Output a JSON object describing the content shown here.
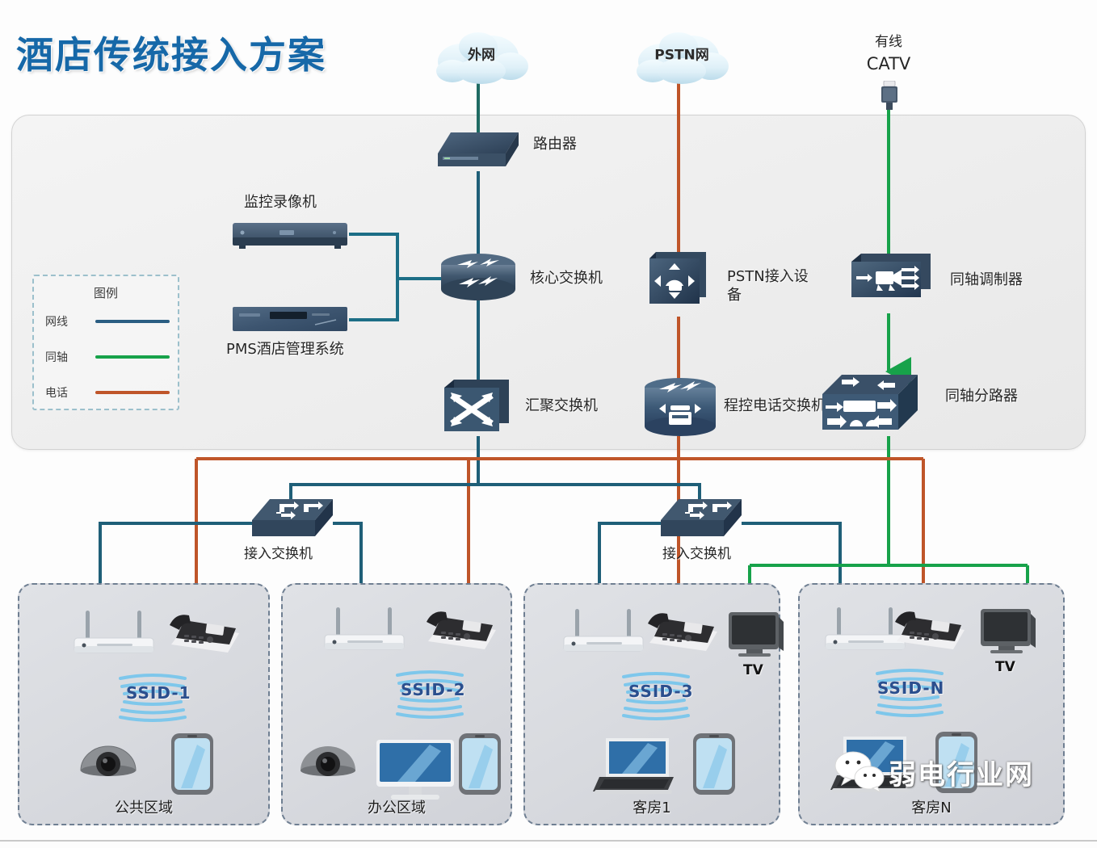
{
  "page": {
    "title": "酒店传统接入方案",
    "watermark": "弱电行业网"
  },
  "colors": {
    "cable_network": "#2a5d82",
    "cable_coax": "#17a24a",
    "cable_phone": "#bf5529",
    "title": "#1668a8",
    "zone_fill": "#d9dbe0",
    "panel_fill": "#efefef",
    "legend_border": "#9cc0cc"
  },
  "legend": {
    "title": "图例",
    "items": [
      {
        "label": "网线",
        "color": "#2a5d82"
      },
      {
        "label": "同轴",
        "color": "#17a24a"
      },
      {
        "label": "电话",
        "color": "#17a24a"
      }
    ]
  },
  "clouds": [
    {
      "name": "wan-cloud",
      "label": "外网"
    },
    {
      "name": "pstn-cloud",
      "label": "PSTN网"
    }
  ],
  "catv": {
    "label_line1": "有线",
    "label_line2": "CATV"
  },
  "devices": [
    {
      "name": "router",
      "label": "路由器"
    },
    {
      "name": "dvr",
      "label": "监控录像机"
    },
    {
      "name": "pms",
      "label": "PMS酒店管理系统"
    },
    {
      "name": "core-switch",
      "label": "核心交换机"
    },
    {
      "name": "pstn-access",
      "label": "PSTN接入设备"
    },
    {
      "name": "coax-modulator",
      "label": "同轴调制器"
    },
    {
      "name": "aggregation-switch",
      "label": "汇聚交换机"
    },
    {
      "name": "pbx",
      "label": "程控电话交换机"
    },
    {
      "name": "coax-splitter",
      "label": "同轴分路器"
    },
    {
      "name": "access-switch-left",
      "label": "接入交换机"
    },
    {
      "name": "access-switch-right",
      "label": "接入交换机"
    }
  ],
  "zones": [
    {
      "name": "public-area",
      "title": "公共区域",
      "ssid": "SSID-1",
      "endpoints": [
        "ap",
        "phone",
        "dome-camera",
        "smartphone"
      ]
    },
    {
      "name": "office-area",
      "title": "办公区域",
      "ssid": "SSID-2",
      "endpoints": [
        "ap",
        "phone",
        "dome-camera",
        "desktop-monitor",
        "smartphone"
      ]
    },
    {
      "name": "guestroom-1",
      "title": "客房1",
      "ssid": "SSID-3",
      "tv_label": "TV",
      "endpoints": [
        "ap",
        "phone",
        "tv",
        "laptop",
        "smartphone"
      ]
    },
    {
      "name": "guestroom-n",
      "title": "客房N",
      "ssid": "SSID-N",
      "tv_label": "TV",
      "endpoints": [
        "ap",
        "phone",
        "tv",
        "laptop",
        "smartphone"
      ]
    }
  ]
}
